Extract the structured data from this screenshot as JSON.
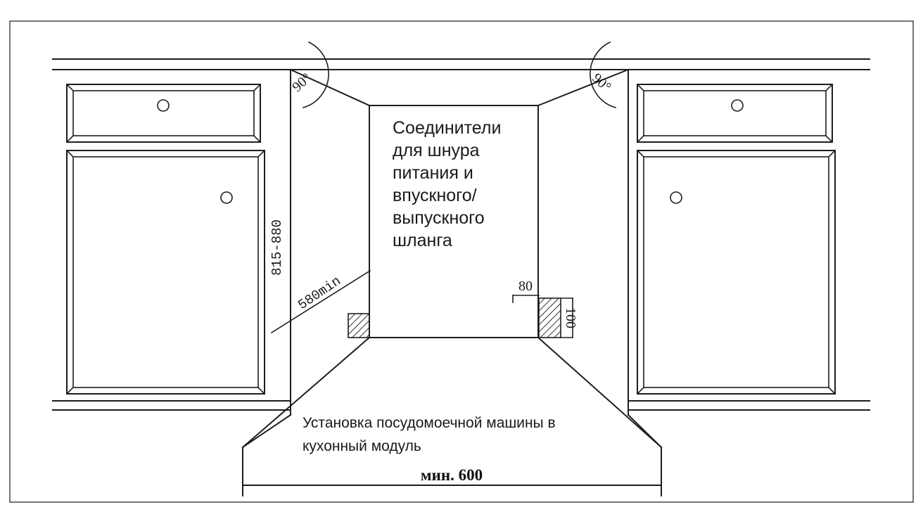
{
  "diagram": {
    "labels": {
      "connectors": [
        "Соединители",
        "для шнура",
        "питания и",
        "впускного/",
        "выпускного",
        "шланга"
      ],
      "height_range": "815-880",
      "depth_min": "580min",
      "angle_left": "90°",
      "angle_right": "90°",
      "dim_80": "80",
      "dim_100": "100",
      "width_min": "мин. 600",
      "caption": [
        "Установка посудомоечной машины в",
        "кухонный модуль"
      ]
    },
    "colors": {
      "line": "#1d1d1d",
      "background": "#ffffff"
    }
  }
}
